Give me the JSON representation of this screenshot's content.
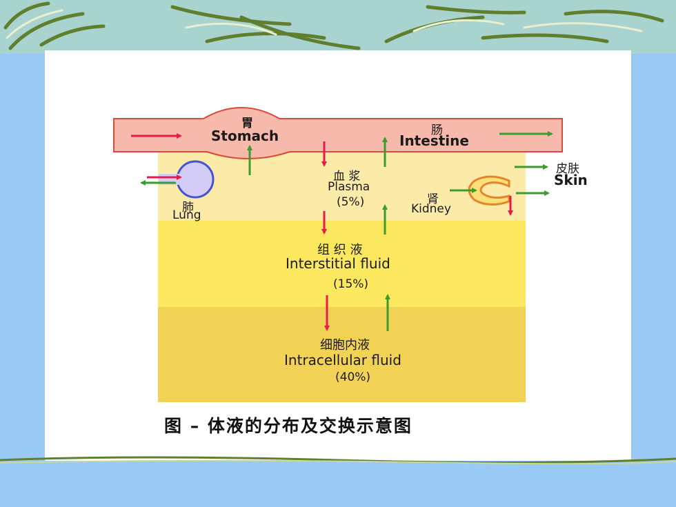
{
  "colors": {
    "background": "#99c9f5",
    "top_band": "#a9d3cf",
    "panel": "#ffffff",
    "tube": "#f7b9ac",
    "tube_edge": "#d94a3c",
    "plasma_zone": "#fbeaa8",
    "interstitial_zone": "#fbe85f",
    "intracellular_zone": "#f2d255",
    "arrow_red": "#e8194b",
    "arrow_green": "#3d9a2e",
    "lung_fill": "#d3ccf7",
    "lung_edge": "#4452d4",
    "kidney_fill": "#fbe07a",
    "kidney_edge": "#e3852a"
  },
  "labels": {
    "stomach_cn": "胃",
    "stomach_en": "Stomach",
    "intestine_cn": "肠",
    "intestine_en": "Intestine",
    "lung_cn": "肺",
    "lung_en": "Lung",
    "skin_cn": "皮肤",
    "skin_en": "Skin",
    "kidney_cn": "肾",
    "kidney_en": "Kidney",
    "plasma_cn": "血 浆",
    "plasma_en": "Plasma",
    "plasma_pct": "(5%)",
    "interstitial_cn": "组 织 液",
    "interstitial_en": "Interstitial  fluid",
    "interstitial_pct": "(15%)",
    "intracellular_cn": "细胞内液",
    "intracellular_en": "Intracellular  fluid",
    "intracellular_pct": "(40%)"
  },
  "caption": "图  –   体液的分布及交换示意图",
  "icons": {
    "lung": "lung-icon",
    "kidney": "kidney-icon"
  }
}
